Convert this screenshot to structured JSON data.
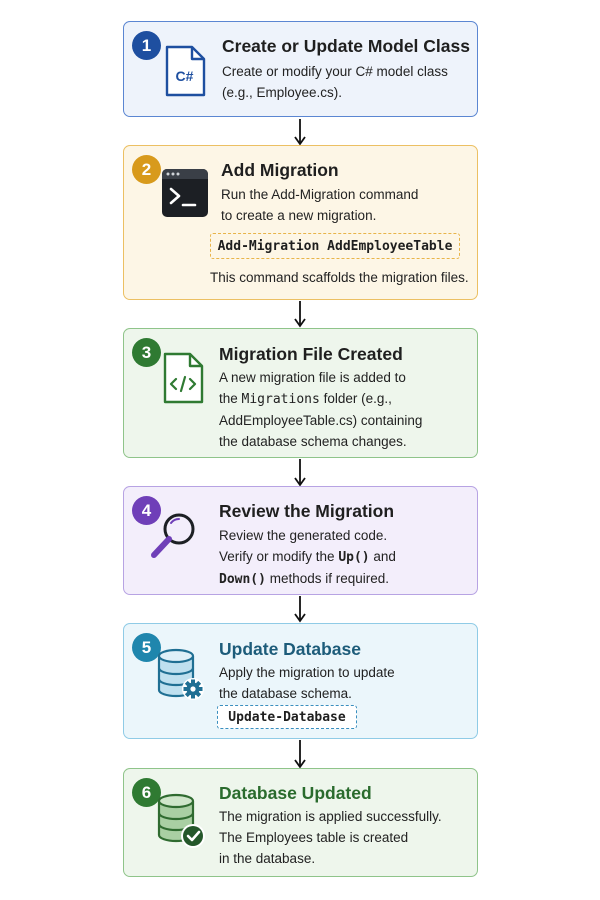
{
  "steps": [
    {
      "number": "1",
      "title": "Create or Update Model Class",
      "icon": "csharp-file-icon",
      "icon_text": "C#",
      "lines": [
        "Create or modify your C# model class",
        "(e.g., Employee.cs)."
      ],
      "colors": {
        "border": "#5b86d2",
        "bg": "#eef3fb",
        "badge": "#1e4fa0",
        "title": "#1f1f1f"
      }
    },
    {
      "number": "2",
      "title": "Add Migration",
      "icon": "terminal-icon",
      "lines": [
        "Run the Add-Migration command",
        "to create a new migration."
      ],
      "command": "Add-Migration AddEmployeeTable",
      "footer": "This command scaffolds the migration files.",
      "colors": {
        "border": "#ecc063",
        "bg": "#fdf6e6",
        "badge": "#d89a1c",
        "title": "#1f1f1f"
      }
    },
    {
      "number": "3",
      "title": "Migration File Created",
      "icon": "code-file-icon",
      "line1": "A new migration file is added to",
      "line2_pre": "the ",
      "line2_code": "Migrations",
      "line2_post": " folder (e.g.,",
      "line3": "AddEmployeeTable.cs) containing",
      "line4": "the database schema changes.",
      "colors": {
        "border": "#8fc48a",
        "bg": "#eef6ec",
        "badge": "#2f7a32",
        "title": "#1f1f1f"
      }
    },
    {
      "number": "4",
      "title": "Review the Migration",
      "icon": "magnifier-icon",
      "line1": "Review the generated code.",
      "line2_pre": "Verify or modify the ",
      "line2_code": "Up()",
      "line2_post": " and",
      "line3_code": "Down()",
      "line3_post": " methods if required.",
      "colors": {
        "border": "#b7a3e3",
        "bg": "#f3eefb",
        "badge": "#6f3fb8",
        "title": "#1f1f1f"
      }
    },
    {
      "number": "5",
      "title": "Update Database",
      "icon": "database-gear-icon",
      "lines": [
        "Apply the migration to update",
        "the database schema."
      ],
      "command": "Update-Database",
      "colors": {
        "border": "#8fcbe6",
        "bg": "#ebf6fb",
        "badge": "#1f86ad",
        "title": "#1d5c7a"
      }
    },
    {
      "number": "6",
      "title": "Database Updated",
      "icon": "database-check-icon",
      "lines": [
        "The migration is applied successfully.",
        "The Employees table is created",
        "in the database."
      ],
      "colors": {
        "border": "#8fc48a",
        "bg": "#eef6ec",
        "badge": "#2f7a32",
        "title": "#2a6b2d"
      }
    }
  ]
}
